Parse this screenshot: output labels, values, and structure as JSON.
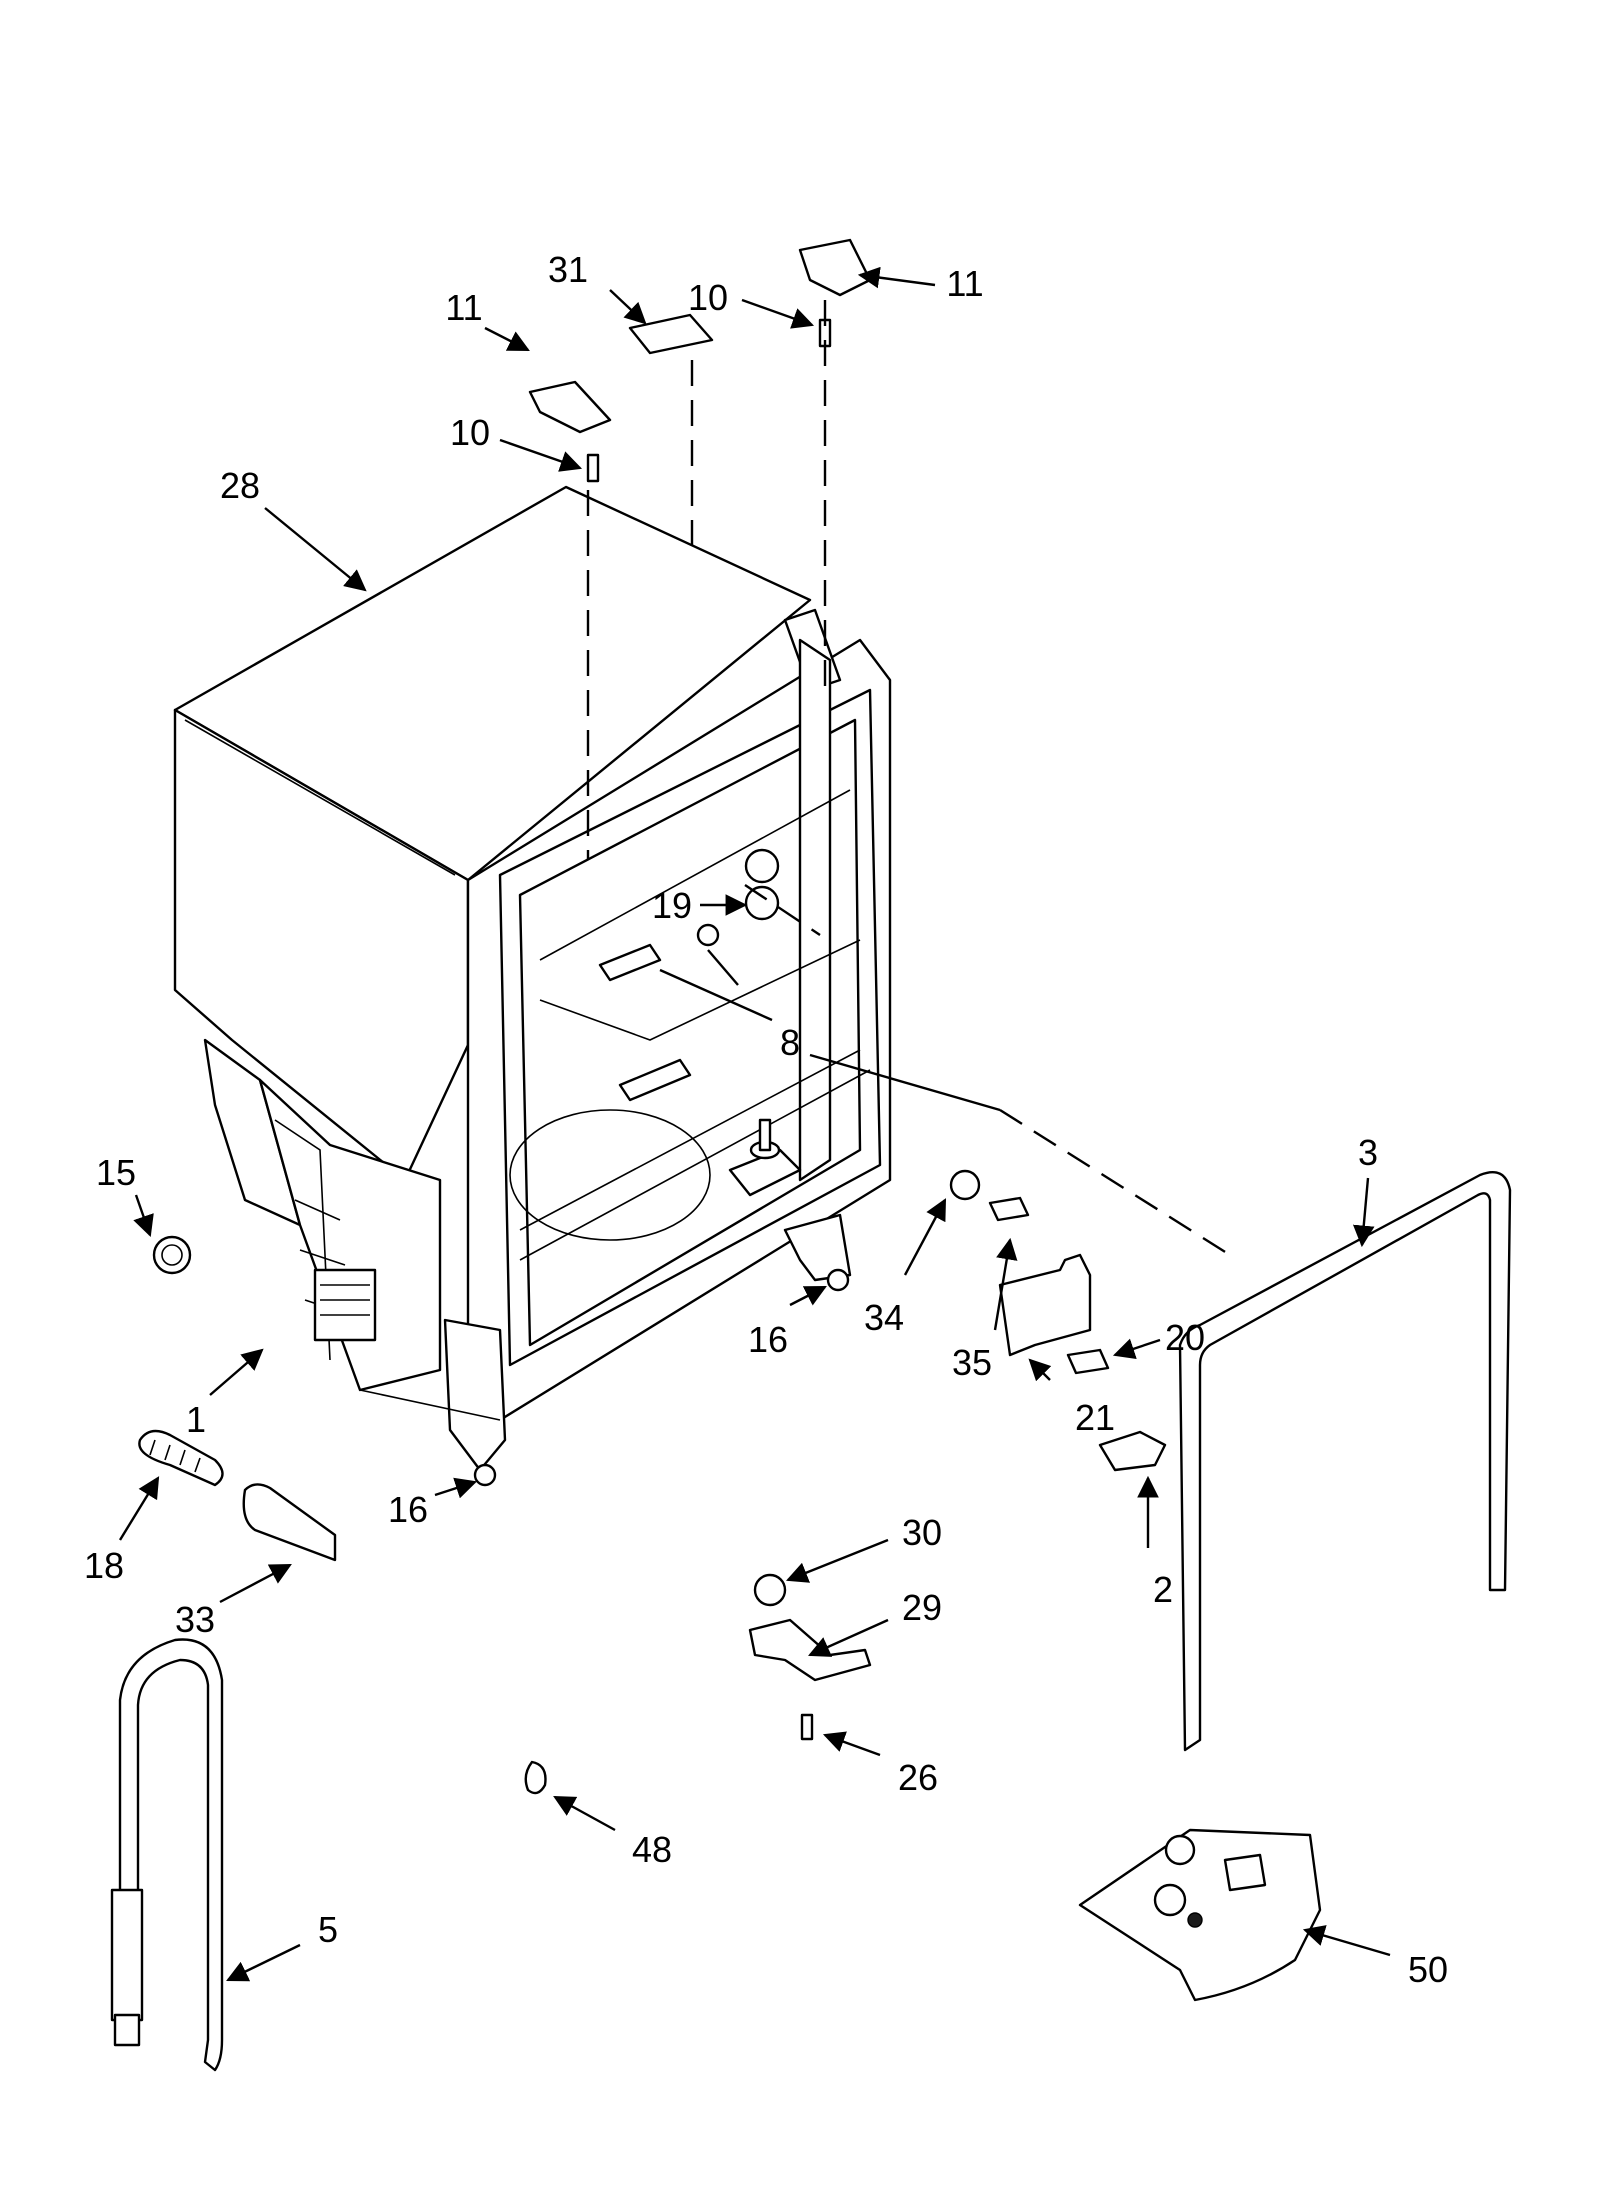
{
  "diagram": {
    "callouts": [
      {
        "label": "31"
      },
      {
        "label": "10"
      },
      {
        "label": "11"
      },
      {
        "label": "11"
      },
      {
        "label": "10"
      },
      {
        "label": "28"
      },
      {
        "label": "19"
      },
      {
        "label": "8"
      },
      {
        "label": "3"
      },
      {
        "label": "15"
      },
      {
        "label": "34"
      },
      {
        "label": "16"
      },
      {
        "label": "20"
      },
      {
        "label": "35"
      },
      {
        "label": "21"
      },
      {
        "label": "1"
      },
      {
        "label": "16"
      },
      {
        "label": "2"
      },
      {
        "label": "18"
      },
      {
        "label": "30"
      },
      {
        "label": "33"
      },
      {
        "label": "29"
      },
      {
        "label": "26"
      },
      {
        "label": "48"
      },
      {
        "label": "5"
      },
      {
        "label": "50"
      }
    ]
  }
}
